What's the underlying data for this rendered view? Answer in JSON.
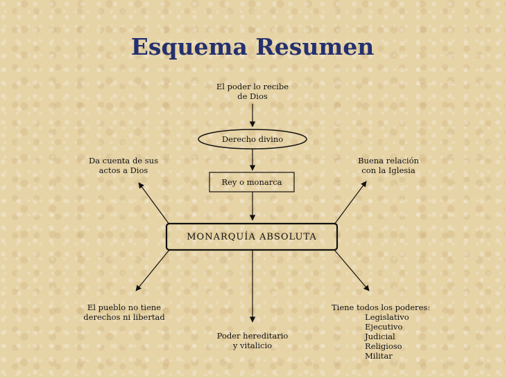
{
  "title": "Esquema Resumen",
  "nodes": {
    "origin": [
      "El poder lo recibe",
      "de Dios"
    ],
    "derecho": "Derecho divino",
    "rey": "Rey o monarca",
    "center": "MONARQUÍA ABSOLUTA",
    "cuenta": [
      "Da cuenta de sus",
      "actos a Dios"
    ],
    "iglesia": [
      "Buena relación",
      "con la Iglesia"
    ],
    "pueblo": [
      "El pueblo no tiene",
      "derechos ni libertad"
    ],
    "hereditario": [
      "Poder hereditario",
      "y vitalicio"
    ],
    "poderes": {
      "heading": "Tiene todos los poderes:",
      "items": [
        "Legislativo",
        "Ejecutivo",
        "Judicial",
        "Religioso",
        "Militar"
      ]
    }
  },
  "colors": {
    "title": "#24306e",
    "background": "#e6d3a6",
    "lines": "#111111"
  }
}
